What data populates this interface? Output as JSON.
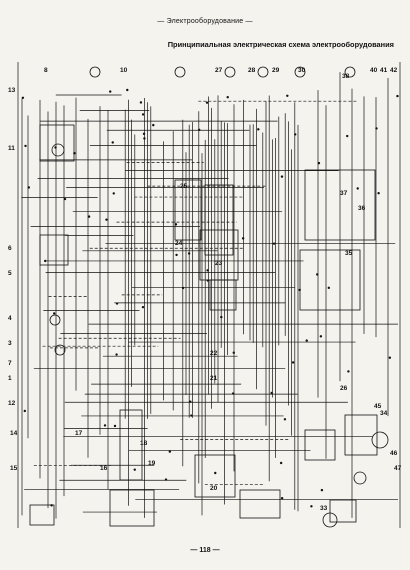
{
  "header": {
    "running_head": "— Электрооборудование —",
    "title": "Принципиальная электрическая схема электрооборудования"
  },
  "footer": {
    "page_number": "— 118 —"
  },
  "diagram": {
    "component_numbers": [
      "8",
      "10",
      "27",
      "28",
      "29",
      "30",
      "38",
      "40",
      "41",
      "42",
      "13",
      "6",
      "5",
      "4",
      "3",
      "1",
      "14",
      "15",
      "16",
      "17",
      "18",
      "19",
      "20",
      "21",
      "22",
      "23",
      "24",
      "25",
      "26",
      "33",
      "34",
      "35",
      "36",
      "37",
      "45",
      "46",
      "47",
      "7",
      "11",
      "12"
    ],
    "colors": {
      "ink": "#111111",
      "paper": "#f4f3ee"
    }
  }
}
